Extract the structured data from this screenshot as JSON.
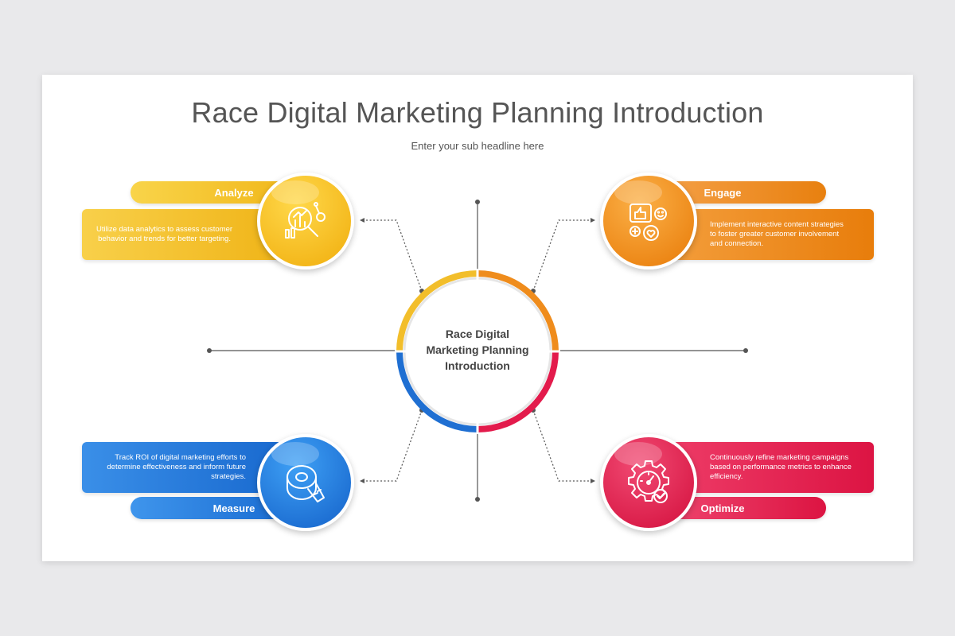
{
  "header": {
    "title": "Race Digital Marketing Planning Introduction",
    "subtitle": "Enter your sub headline here"
  },
  "center": {
    "line1": "Race Digital",
    "line2": "Marketing Planning",
    "line3": "Introduction"
  },
  "steps": {
    "analyze": {
      "label": "Analyze",
      "line1": "Utilize data analytics to assess customer",
      "line2": "behavior and trends for better targeting.",
      "color": "#f2b81c",
      "icon": "data-analytics-icon"
    },
    "engage": {
      "label": "Engage",
      "line1": "Implement interactive content strategies",
      "line2": "to foster greater customer involvement",
      "line3": "and connection.",
      "color": "#ea850f",
      "icon": "engagement-icon"
    },
    "measure": {
      "label": "Measure",
      "line1": "Track ROI of digital marketing efforts to",
      "line2": "determine effectiveness and inform future",
      "line3": "strategies.",
      "color": "#1a6fd4",
      "icon": "measuring-tape-icon"
    },
    "optimize": {
      "label": "Optimize",
      "line1": "Continuously refine marketing campaigns",
      "line2": "based on performance metrics to enhance",
      "line3": "efficiency.",
      "color": "#de1747",
      "icon": "gear-gauge-icon"
    }
  }
}
